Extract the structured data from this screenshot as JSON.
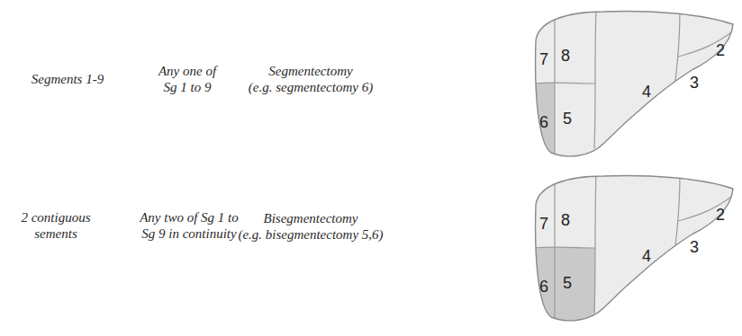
{
  "diagram": {
    "labels": [
      "Segments 1-9",
      "Any one of Sg 1 to 9",
      "Segmentectomy",
      "(e.g. segmentectomy 6)",
      "7",
      "8",
      "2",
      "4",
      "3",
      "6",
      "5",
      "2 contiguous sements",
      "Any two of Sg 1 to Sg 9 in continuity",
      "Bisegmentectomy",
      "(e.g. bisegmentectomy 5,6)",
      "7",
      "8",
      "2",
      "4",
      "3",
      "6",
      "5"
    ]
  }
}
